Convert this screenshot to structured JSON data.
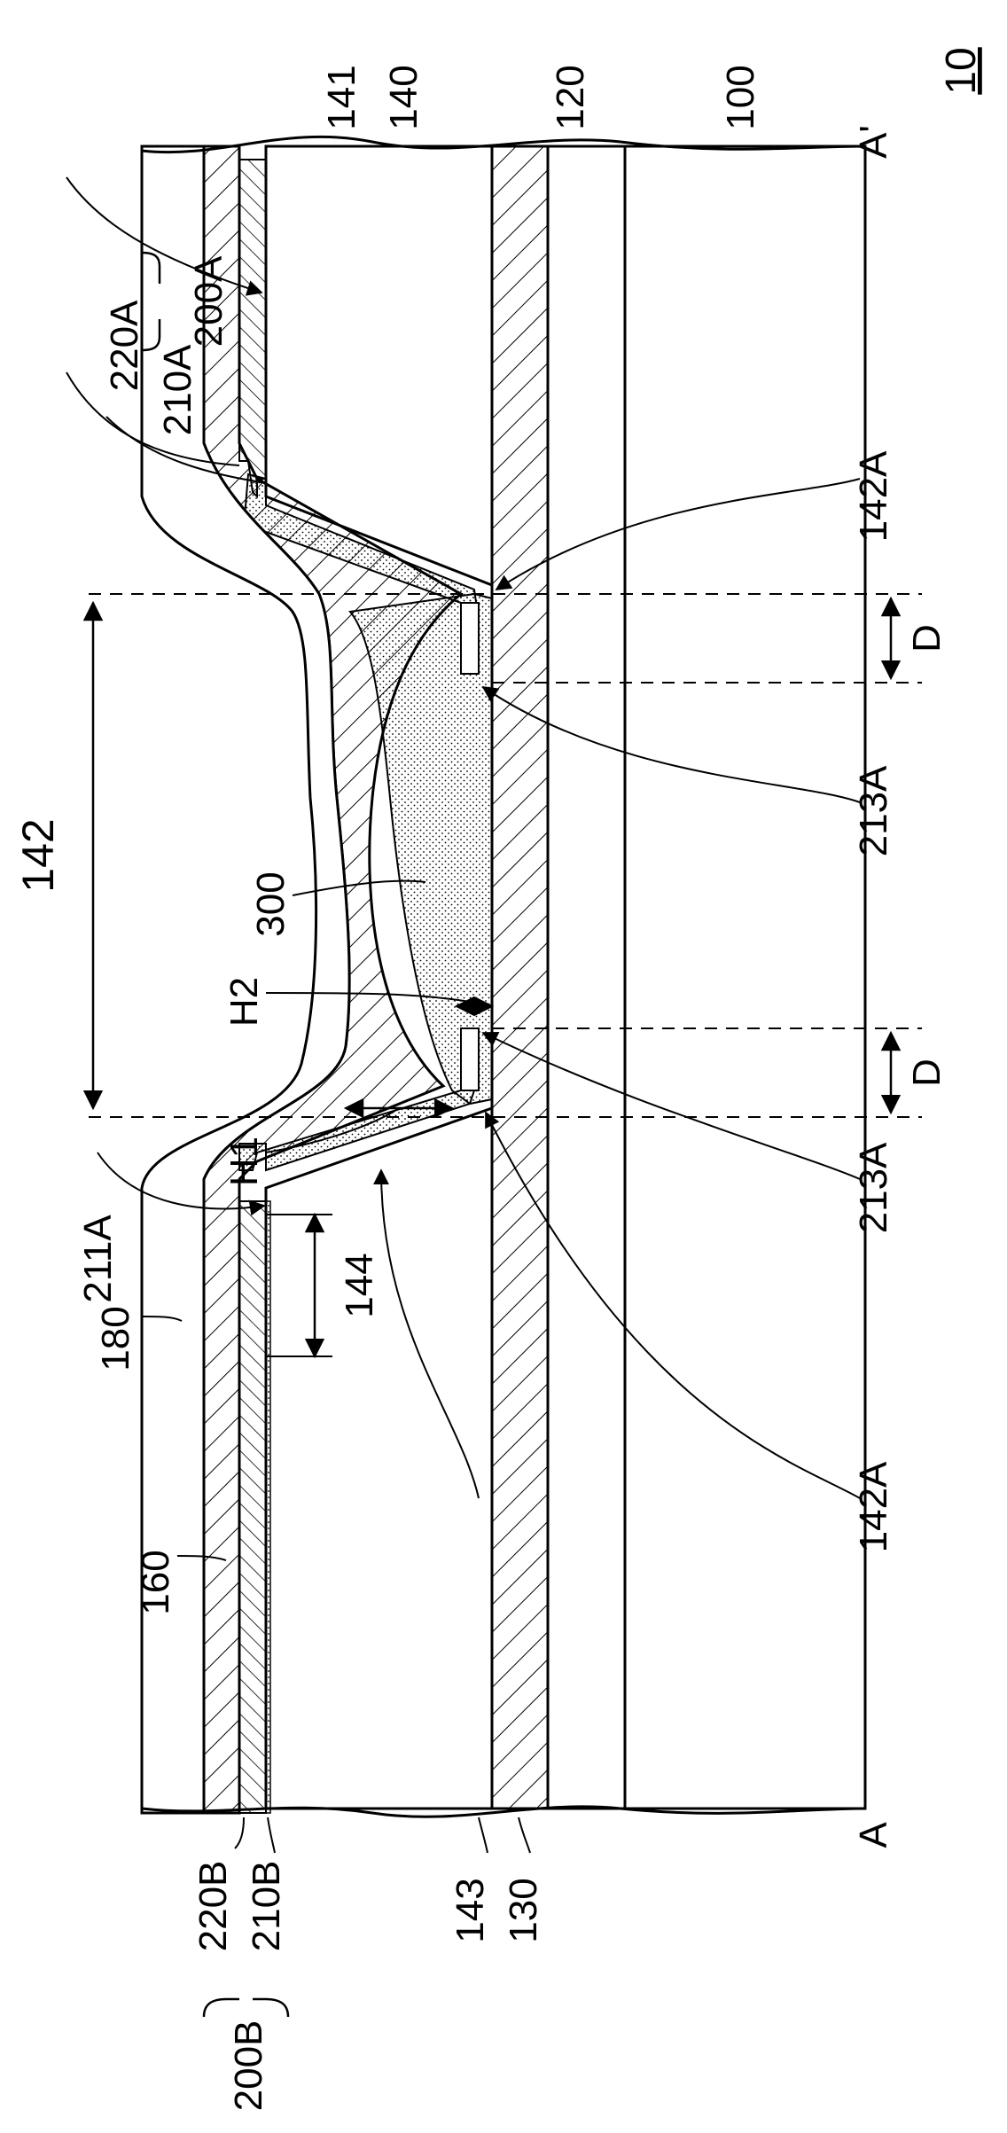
{
  "figure_number": "10",
  "section_labels": {
    "left": "A",
    "right": "A'"
  },
  "labels": {
    "l100": "100",
    "l120": "120",
    "l130": "130",
    "l140": "140",
    "l141": "141",
    "l142": "142",
    "l142A_top": "142A",
    "l142A_bottom": "142A",
    "l143": "143",
    "l144": "144",
    "l160": "160",
    "l180": "180",
    "l200A": "200A",
    "l210A": "210A",
    "l220A": "220A",
    "l211A": "211A",
    "l213A_top": "213A",
    "l213A_bottom": "213A",
    "l200B": "200B",
    "l210B": "210B",
    "l220B": "220B",
    "l300": "300",
    "lH1": "H1",
    "lH2": "H2",
    "lD_top": "D",
    "lD_bottom": "D"
  },
  "colors": {
    "ink": "#000000",
    "paper": "#ffffff"
  }
}
